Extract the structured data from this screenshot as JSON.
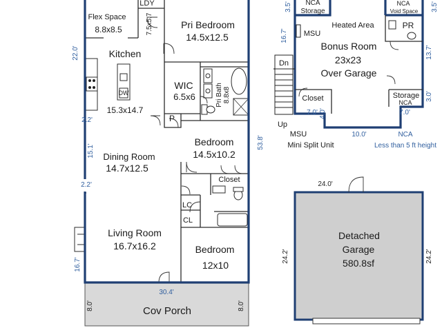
{
  "colors": {
    "wall": "#1f3f73",
    "dimension_text": "#2f5e9e",
    "porch_fill": "#d9d9d9",
    "garage_fill": "#cfcfcf"
  },
  "main_floor": {
    "rooms": [
      {
        "key": "ldy",
        "name": "LDY",
        "size": "7.5x5.7"
      },
      {
        "key": "flex",
        "name": "Flex Space",
        "size": "8.8x8.5"
      },
      {
        "key": "pri_bedroom",
        "name": "Pri Bedroom",
        "size": "14.5x12.5"
      },
      {
        "key": "kitchen",
        "name": "Kitchen",
        "size": "15.3x14.7"
      },
      {
        "key": "wic",
        "name": "WIC",
        "size": "6.5x6"
      },
      {
        "key": "pri_bath",
        "name": "Pri Bath",
        "size": "8.8x8"
      },
      {
        "key": "pantry",
        "name": "P",
        "size": ""
      },
      {
        "key": "bedroom2",
        "name": "Bedroom",
        "size": "14.5x10.2"
      },
      {
        "key": "dining",
        "name": "Dining Room",
        "size": "14.7x12.5"
      },
      {
        "key": "closet",
        "name": "Closet",
        "size": ""
      },
      {
        "key": "lc",
        "name": "LC",
        "size": ""
      },
      {
        "key": "cl",
        "name": "CL",
        "size": ""
      },
      {
        "key": "living",
        "name": "Living Room",
        "size": "16.7x16.2"
      },
      {
        "key": "bedroom3",
        "name": "Bedroom",
        "size": "12x10"
      },
      {
        "key": "porch",
        "name": "Cov Porch",
        "size": ""
      }
    ],
    "appliance_labels": {
      "dishwasher": "DW"
    },
    "dimensions": {
      "left_22": "22.0'",
      "left_2_2a": "2.2'",
      "left_15_1": "15.1'",
      "left_2_2b": "2.2'",
      "left_16_7": "16.7'",
      "width_30_4": "30.4'",
      "porch_left": "8.0'",
      "porch_right": "8.0'",
      "length_53_8": "53.8'"
    }
  },
  "upper_floor": {
    "rooms": [
      {
        "key": "nca_storage",
        "name": "NCA",
        "size": "Storage"
      },
      {
        "key": "heated",
        "name": "Heated Area",
        "size": ""
      },
      {
        "key": "msu",
        "name": "MSU",
        "size": ""
      },
      {
        "key": "nca_void",
        "name": "NCA",
        "size": "Void Space"
      },
      {
        "key": "pr",
        "name": "PR",
        "size": ""
      },
      {
        "key": "bonus",
        "name": "Bonus Room",
        "size": "23x23",
        "extra": "Over Garage"
      },
      {
        "key": "dn",
        "name": "Dn",
        "size": ""
      },
      {
        "key": "closet_up",
        "name": "Closet",
        "size": ""
      },
      {
        "key": "storage_nca",
        "name": "Storage",
        "size": "NCA"
      }
    ],
    "dimensions": {
      "d_3_5_left": "3.5'",
      "d_3_5_right": "3.5'",
      "d_16_7": "16.7'",
      "d_13_7": "13.7'",
      "d_3_0": "3.0'",
      "d_7_0_left": "7.0'",
      "d_4_0": "4.0'",
      "d_10_0": "10.0'",
      "d_7_0_right": "7.0'"
    },
    "legend": {
      "up": "Up",
      "msu": "MSU",
      "msu_desc": "Mini Split Unit",
      "nca": "NCA",
      "nca_desc": "Less than 5 ft height"
    }
  },
  "garage": {
    "title": "Detached",
    "subtitle": "Garage",
    "area": "580.8sf",
    "dim_top": "24.0'",
    "dim_left": "24.2'",
    "dim_right": "24.2'"
  }
}
